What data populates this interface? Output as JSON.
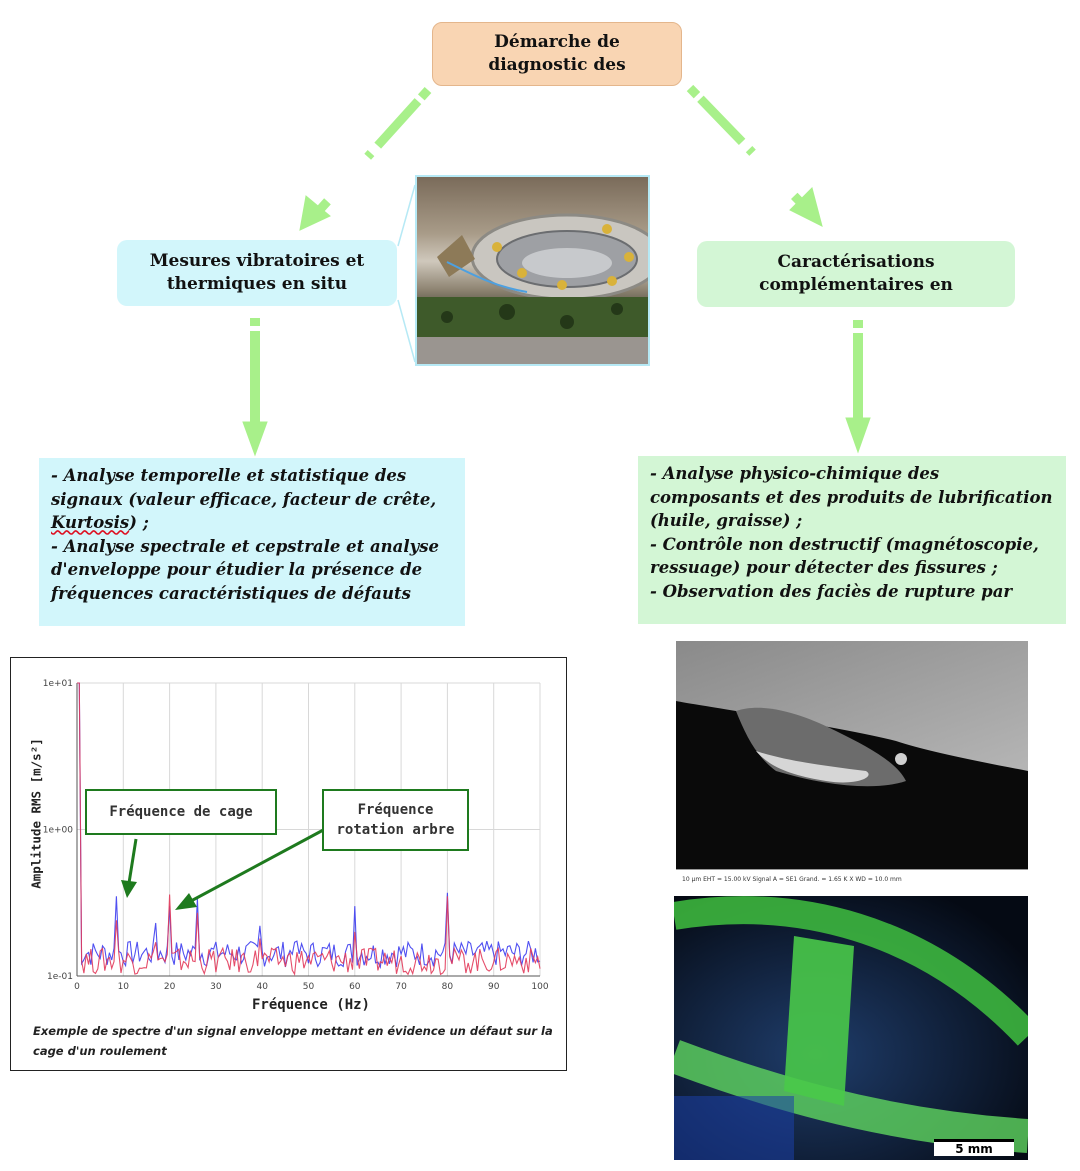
{
  "root": {
    "label": "Démarche de diagnostic des"
  },
  "left": {
    "heading": "Mesures vibratoires et thermiques en situ",
    "items": [
      "- Analyse temporelle et statistique des signaux (valeur efficace, facteur de crête,",
      "Kurtosis",
      ") ;",
      "- Analyse spectrale et cepstrale et analyse d'enveloppe pour étudier la présence de fréquences caractéristiques de défauts"
    ]
  },
  "right": {
    "heading": "Caractérisations complémentaires en",
    "items": [
      "- Analyse physico-chimique des composants et des produits de lubrification (huile, graisse) ;",
      "- Contrôle non destructif (magnétoscopie, ressuage) pour détecter des fissures ;",
      "- Observation des faciès de rupture par"
    ]
  },
  "colors": {
    "arrow": "#a8f08a",
    "series_blue": "#3d3df0",
    "series_red": "#e23a5a",
    "annotation": "#1e7a1e"
  },
  "chart": {
    "annotation_cage": "Fréquence de cage",
    "annotation_rotation": "Fréquence rotation arbre",
    "caption": "Exemple de spectre d'un signal enveloppe mettant en évidence un défaut sur la cage d'un roulement"
  },
  "chart_data": {
    "type": "line",
    "xlabel": "Fréquence (Hz)",
    "ylabel": "Amplitude RMS [m/s²]",
    "xlim": [
      0,
      100
    ],
    "ylim_log": [
      0.1,
      10
    ],
    "log_y": true,
    "grid": true,
    "x_ticks": [
      "0",
      "10",
      "20",
      "30",
      "40",
      "50",
      "60",
      "70",
      "80",
      "90",
      "100"
    ],
    "y_ticks": [
      "1e+01",
      "1e+00",
      "1e-01"
    ],
    "series": [
      {
        "color": "blue",
        "peaks": [
          [
            0.5,
            10
          ],
          [
            8.5,
            0.35
          ],
          [
            17,
            0.23
          ],
          [
            20,
            0.3
          ],
          [
            26,
            0.34
          ],
          [
            39.5,
            0.22
          ],
          [
            47,
            0.17
          ],
          [
            60,
            0.3
          ],
          [
            80,
            0.37
          ]
        ],
        "baseline": 0.14
      },
      {
        "color": "red",
        "peaks": [
          [
            0.5,
            10
          ],
          [
            8.5,
            0.24
          ],
          [
            17,
            0.17
          ],
          [
            20,
            0.36
          ],
          [
            26,
            0.27
          ],
          [
            39.5,
            0.18
          ],
          [
            60,
            0.2
          ],
          [
            80,
            0.35
          ]
        ],
        "baseline": 0.125
      }
    ]
  },
  "photos": {
    "bearing": "bearing-photo",
    "sem_meta": "10 µm   EHT = 15.00 kV   Signal A = SE1   Grand. = 1.65 K X   WD = 10.0 mm",
    "scale": "5 mm"
  }
}
